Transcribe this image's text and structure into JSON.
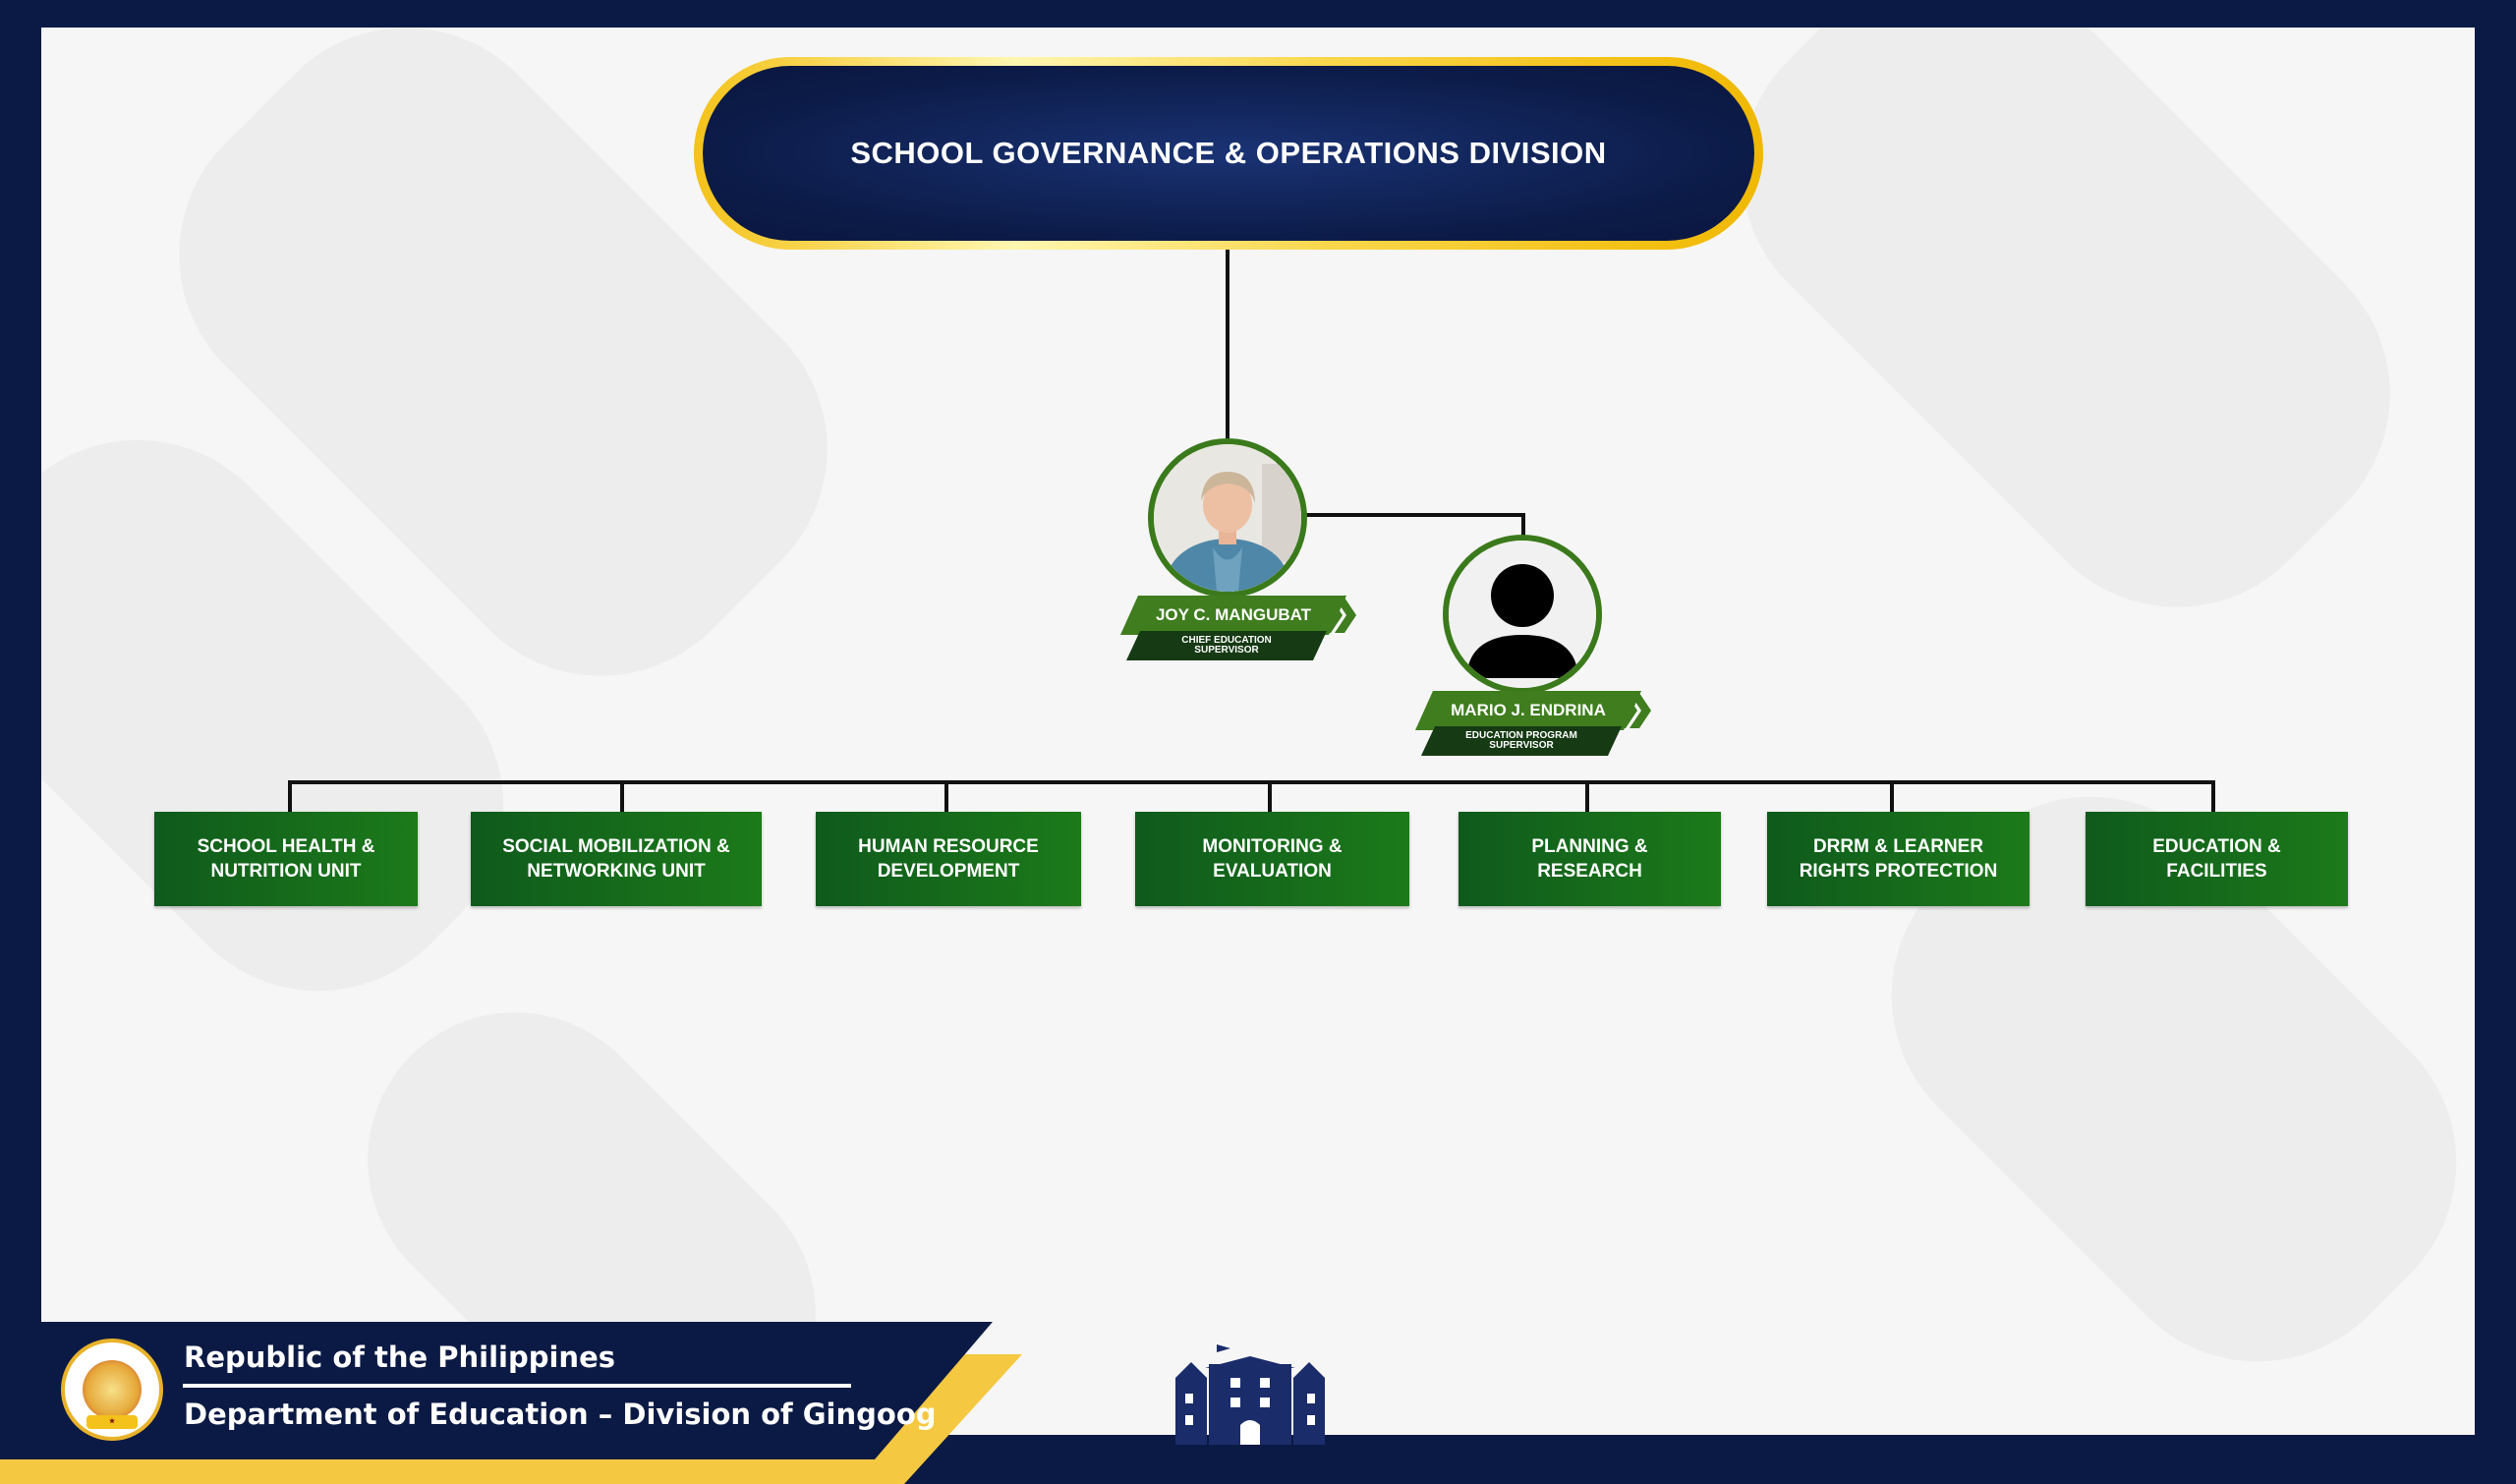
{
  "header": {
    "title": "SCHOOL GOVERNANCE & OPERATIONS DIVISION"
  },
  "officers": [
    {
      "name": "JOY C. MANGUBAT",
      "position": "CHIEF EDUCATION SUPERVISOR"
    },
    {
      "name": "MARIO J. ENDRINA",
      "position": "EDUCATION PROGRAM SUPERVISOR"
    }
  ],
  "units": [
    "SCHOOL HEALTH & NUTRITION UNIT",
    "SOCIAL MOBILIZATION & NETWORKING UNIT",
    "HUMAN RESOURCE DEVELOPMENT",
    "MONITORING & EVALUATION",
    "PLANNING & RESEARCH",
    "DRRM & LEARNER RIGHTS PROTECTION",
    "EDUCATION & FACILITIES"
  ],
  "footer": {
    "line1": "Republic of the Philippines",
    "line2": "Department of Education – Division of Gingoog"
  },
  "colors": {
    "navy": "#0b1a44",
    "green": "#1c7a1a",
    "gold": "#f5c842"
  }
}
